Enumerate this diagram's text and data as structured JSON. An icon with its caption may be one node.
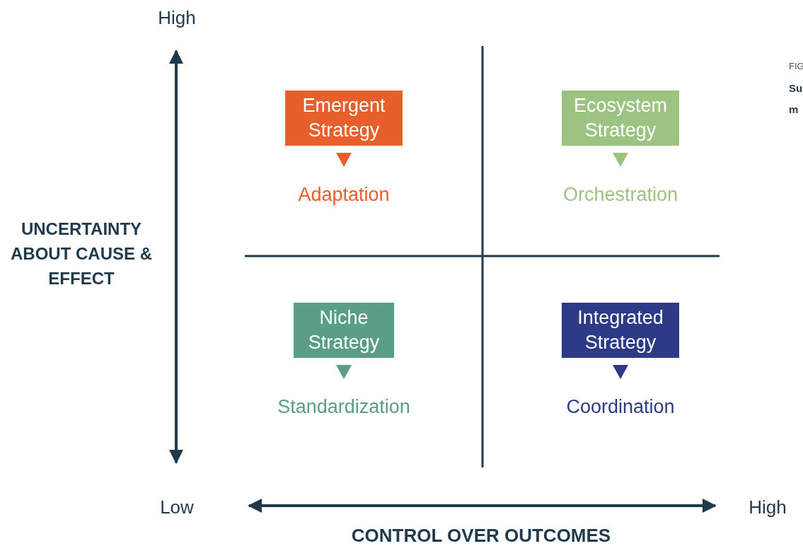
{
  "diagram": {
    "nodes": [
      {
        "text": [
          "Emergent Strategy"
        ]
      },
      {
        "text": [
          "Adaptation"
        ]
      },
      {
        "text": [
          "Ecosystem Strategy"
        ]
      },
      {
        "text": [
          "Orchestration"
        ]
      },
      {
        "text": [
          "Niche Strategy"
        ]
      },
      {
        "text": [
          "Standardization"
        ]
      },
      {
        "text": [
          "Integrated Strategy"
        ]
      },
      {
        "text": [
          "Coordination"
        ]
      }
    ],
    "edges": [
      {
        "from": 0,
        "to": 1,
        "arrow": "to",
        "color": "#e75f2b"
      },
      {
        "from": 2,
        "to": 3,
        "arrow": "to",
        "color": "#9dc382"
      },
      {
        "from": 4,
        "to": 5,
        "arrow": "to",
        "color": "#5a9e87"
      },
      {
        "from": 6,
        "to": 7,
        "arrow": "to",
        "color": "#2d3b87"
      }
    ],
    "labels": [
      "High",
      "UNCERTAINTY ABOUT CAUSE & EFFECT",
      "FIG",
      "Su",
      "m",
      "Low",
      "High",
      "CONTROL OVER OUTCOMES"
    ]
  }
}
